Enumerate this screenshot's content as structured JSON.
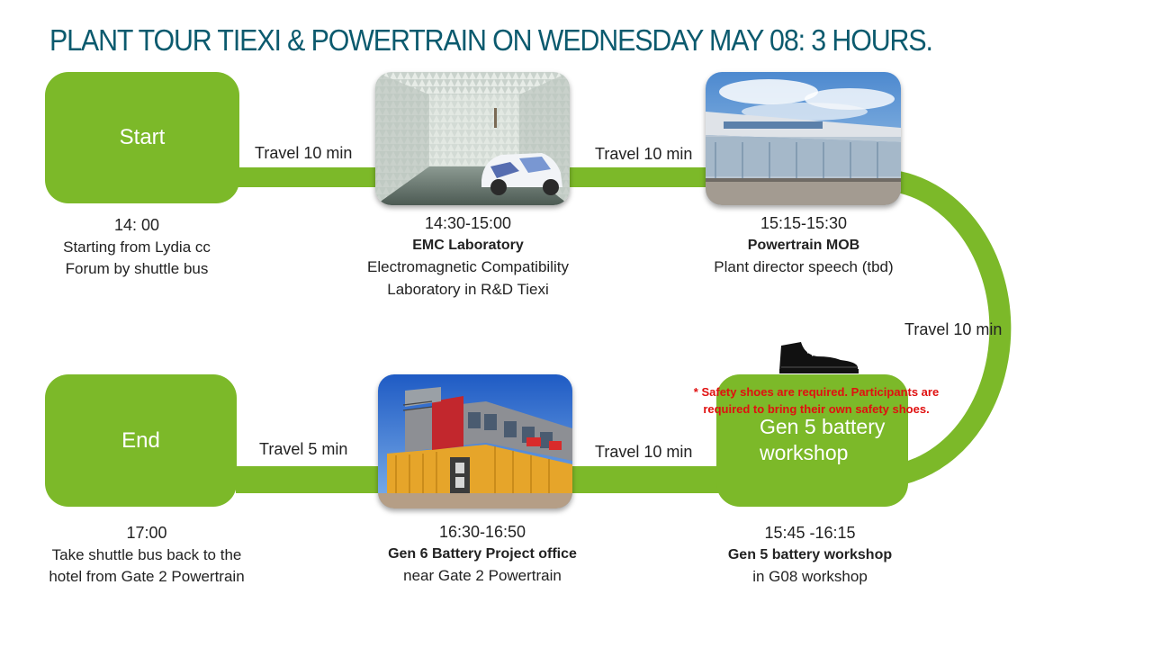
{
  "title": "PLANT TOUR TIEXI & POWERTRAIN ON WEDNESDAY MAY 08: 3 HOURS.",
  "colors": {
    "accent": "#7cb929",
    "title": "#0b5a6e",
    "warning": "#e01010"
  },
  "boxes": {
    "start": "Start",
    "end": "End",
    "gen5": "Gen 5 battery workshop"
  },
  "travel": {
    "t1": "Travel 10 min",
    "t2": "Travel 10 min",
    "t3": "Travel 10 min",
    "t4": "Travel 10 min",
    "t5": "Travel 5 min"
  },
  "stops": {
    "start": {
      "time": "14: 00",
      "line1": "Starting from Lydia cc",
      "line2": "Forum by shuttle bus"
    },
    "emc": {
      "time": "14:30-15:00",
      "name": "EMC Laboratory",
      "line1": "Electromagnetic Compatibility",
      "line2": "Laboratory in R&D Tiexi"
    },
    "mob": {
      "time": "15:15-15:30",
      "name": "Powertrain MOB",
      "line1": "Plant director speech (tbd)"
    },
    "gen5": {
      "time": "15:45 -16:15",
      "name": "Gen 5 battery workshop",
      "line1": "in G08 workshop"
    },
    "gen6": {
      "time": "16:30-16:50",
      "name": "Gen 6 Battery Project office",
      "line1": "near Gate 2 Powertrain"
    },
    "end": {
      "time": "17:00",
      "line1": "Take shuttle bus back to the",
      "line2": "hotel from Gate 2 Powertrain"
    }
  },
  "warning": {
    "line1": "* Safety shoes are required. Participants are",
    "line2": "required to bring their own safety shoes."
  },
  "icons": {
    "shoe": "shoe-icon"
  }
}
